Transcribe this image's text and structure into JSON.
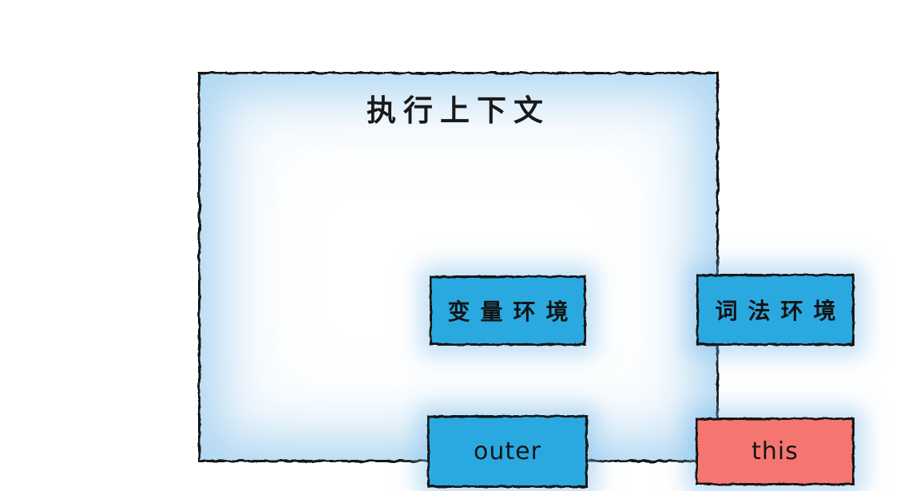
{
  "diagram": {
    "title": "执行上下文",
    "boxes": [
      {
        "id": "variable-environment",
        "label": "变量环境",
        "color": "#29a9e1"
      },
      {
        "id": "lexical-environment",
        "label": "词法环境",
        "color": "#29a9e1"
      },
      {
        "id": "outer",
        "label": "outer",
        "color": "#29a9e1"
      },
      {
        "id": "this",
        "label": "this",
        "color": "#f5766f"
      }
    ],
    "colors": {
      "frame_border": "#141414",
      "box_blue": "#29a9e1",
      "box_red": "#f5766f",
      "glow_blue": "#80bee9",
      "text": "#141414",
      "background": "#ffffff"
    }
  }
}
